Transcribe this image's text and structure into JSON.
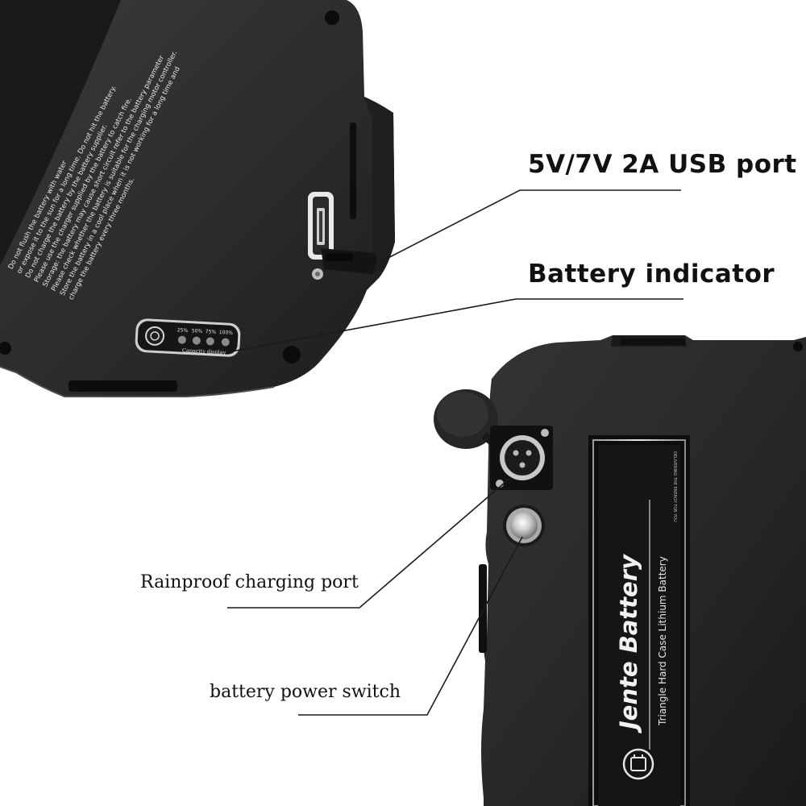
{
  "callouts": {
    "usb_port": "5V/7V 2A USB port",
    "battery_indicator": "Battery indicator",
    "charging_port": "Rainproof charging port",
    "power_switch": "battery power switch"
  },
  "indicator_panel": {
    "levels": [
      "25%",
      "50%",
      "75%",
      "100%"
    ],
    "caption": "Capacity display"
  },
  "battery_label": {
    "brand": "Jente Battery",
    "subtitle": "Triangle Hard Case Lithium Battery",
    "tagline": "DELIVERING THE ENERGY FOR YOU"
  },
  "warning_text": [
    "Do not flush the battery with water",
    "or expose it to the sun for a long time. Do not hit the battery.",
    "Do not charge the battery by the battery supplier.",
    "Please use the charger supplied by the battery to catch fire.",
    "Storage: the battery may cause short circuit refer to the battery parameter",
    "Please check whether the battery is suitable for the charging motor controller.",
    "Store the battery in a cool place when it is not working for a long time and",
    "charge the battery every three months."
  ],
  "colors": {
    "casing": "#2c2c2c",
    "casing_dark": "#161616",
    "background": "#ffffff",
    "label_text": "#111111"
  }
}
